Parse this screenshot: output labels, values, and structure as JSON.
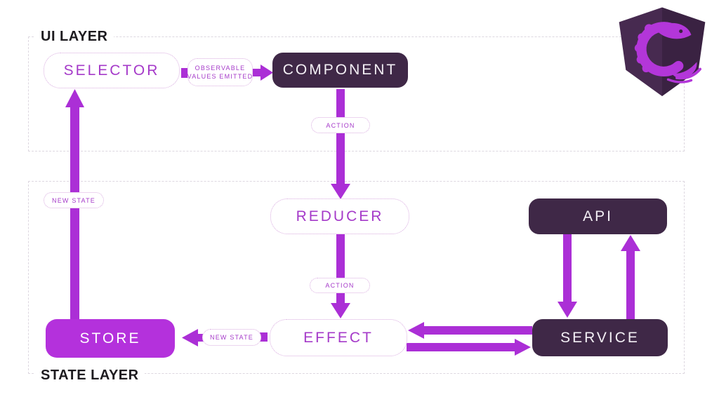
{
  "layers": {
    "ui": "UI LAYER",
    "state": "STATE LAYER"
  },
  "nodes": {
    "selector": "SELECTOR",
    "component": "COMPONENT",
    "reducer": "REDUCER",
    "effect": "EFFECT",
    "store": "STORE",
    "api": "API",
    "service": "SERVICE"
  },
  "edge_labels": {
    "observable_line1": "OBSERVABLE",
    "observable_line2": "VALUES EMITTED",
    "action_component_to_reducer": "ACTION",
    "action_reducer_to_effect": "ACTION",
    "new_state_store_to_selector": "NEW STATE",
    "new_state_effect_to_store": "NEW STATE"
  },
  "icons": {
    "logo": "ngrx-logo"
  },
  "colors": {
    "accent_purple": "#ab2fd6",
    "store_fill": "#b431dc",
    "dark_box_fill": "#3f2847",
    "node_text_purple": "#a53ac9",
    "dark_box_text": "#f3eff5",
    "layer_border": "#ddd7e0",
    "label_black": "#1d1b1f",
    "logo_shield": "#412649",
    "logo_dragon": "#b336d9"
  }
}
